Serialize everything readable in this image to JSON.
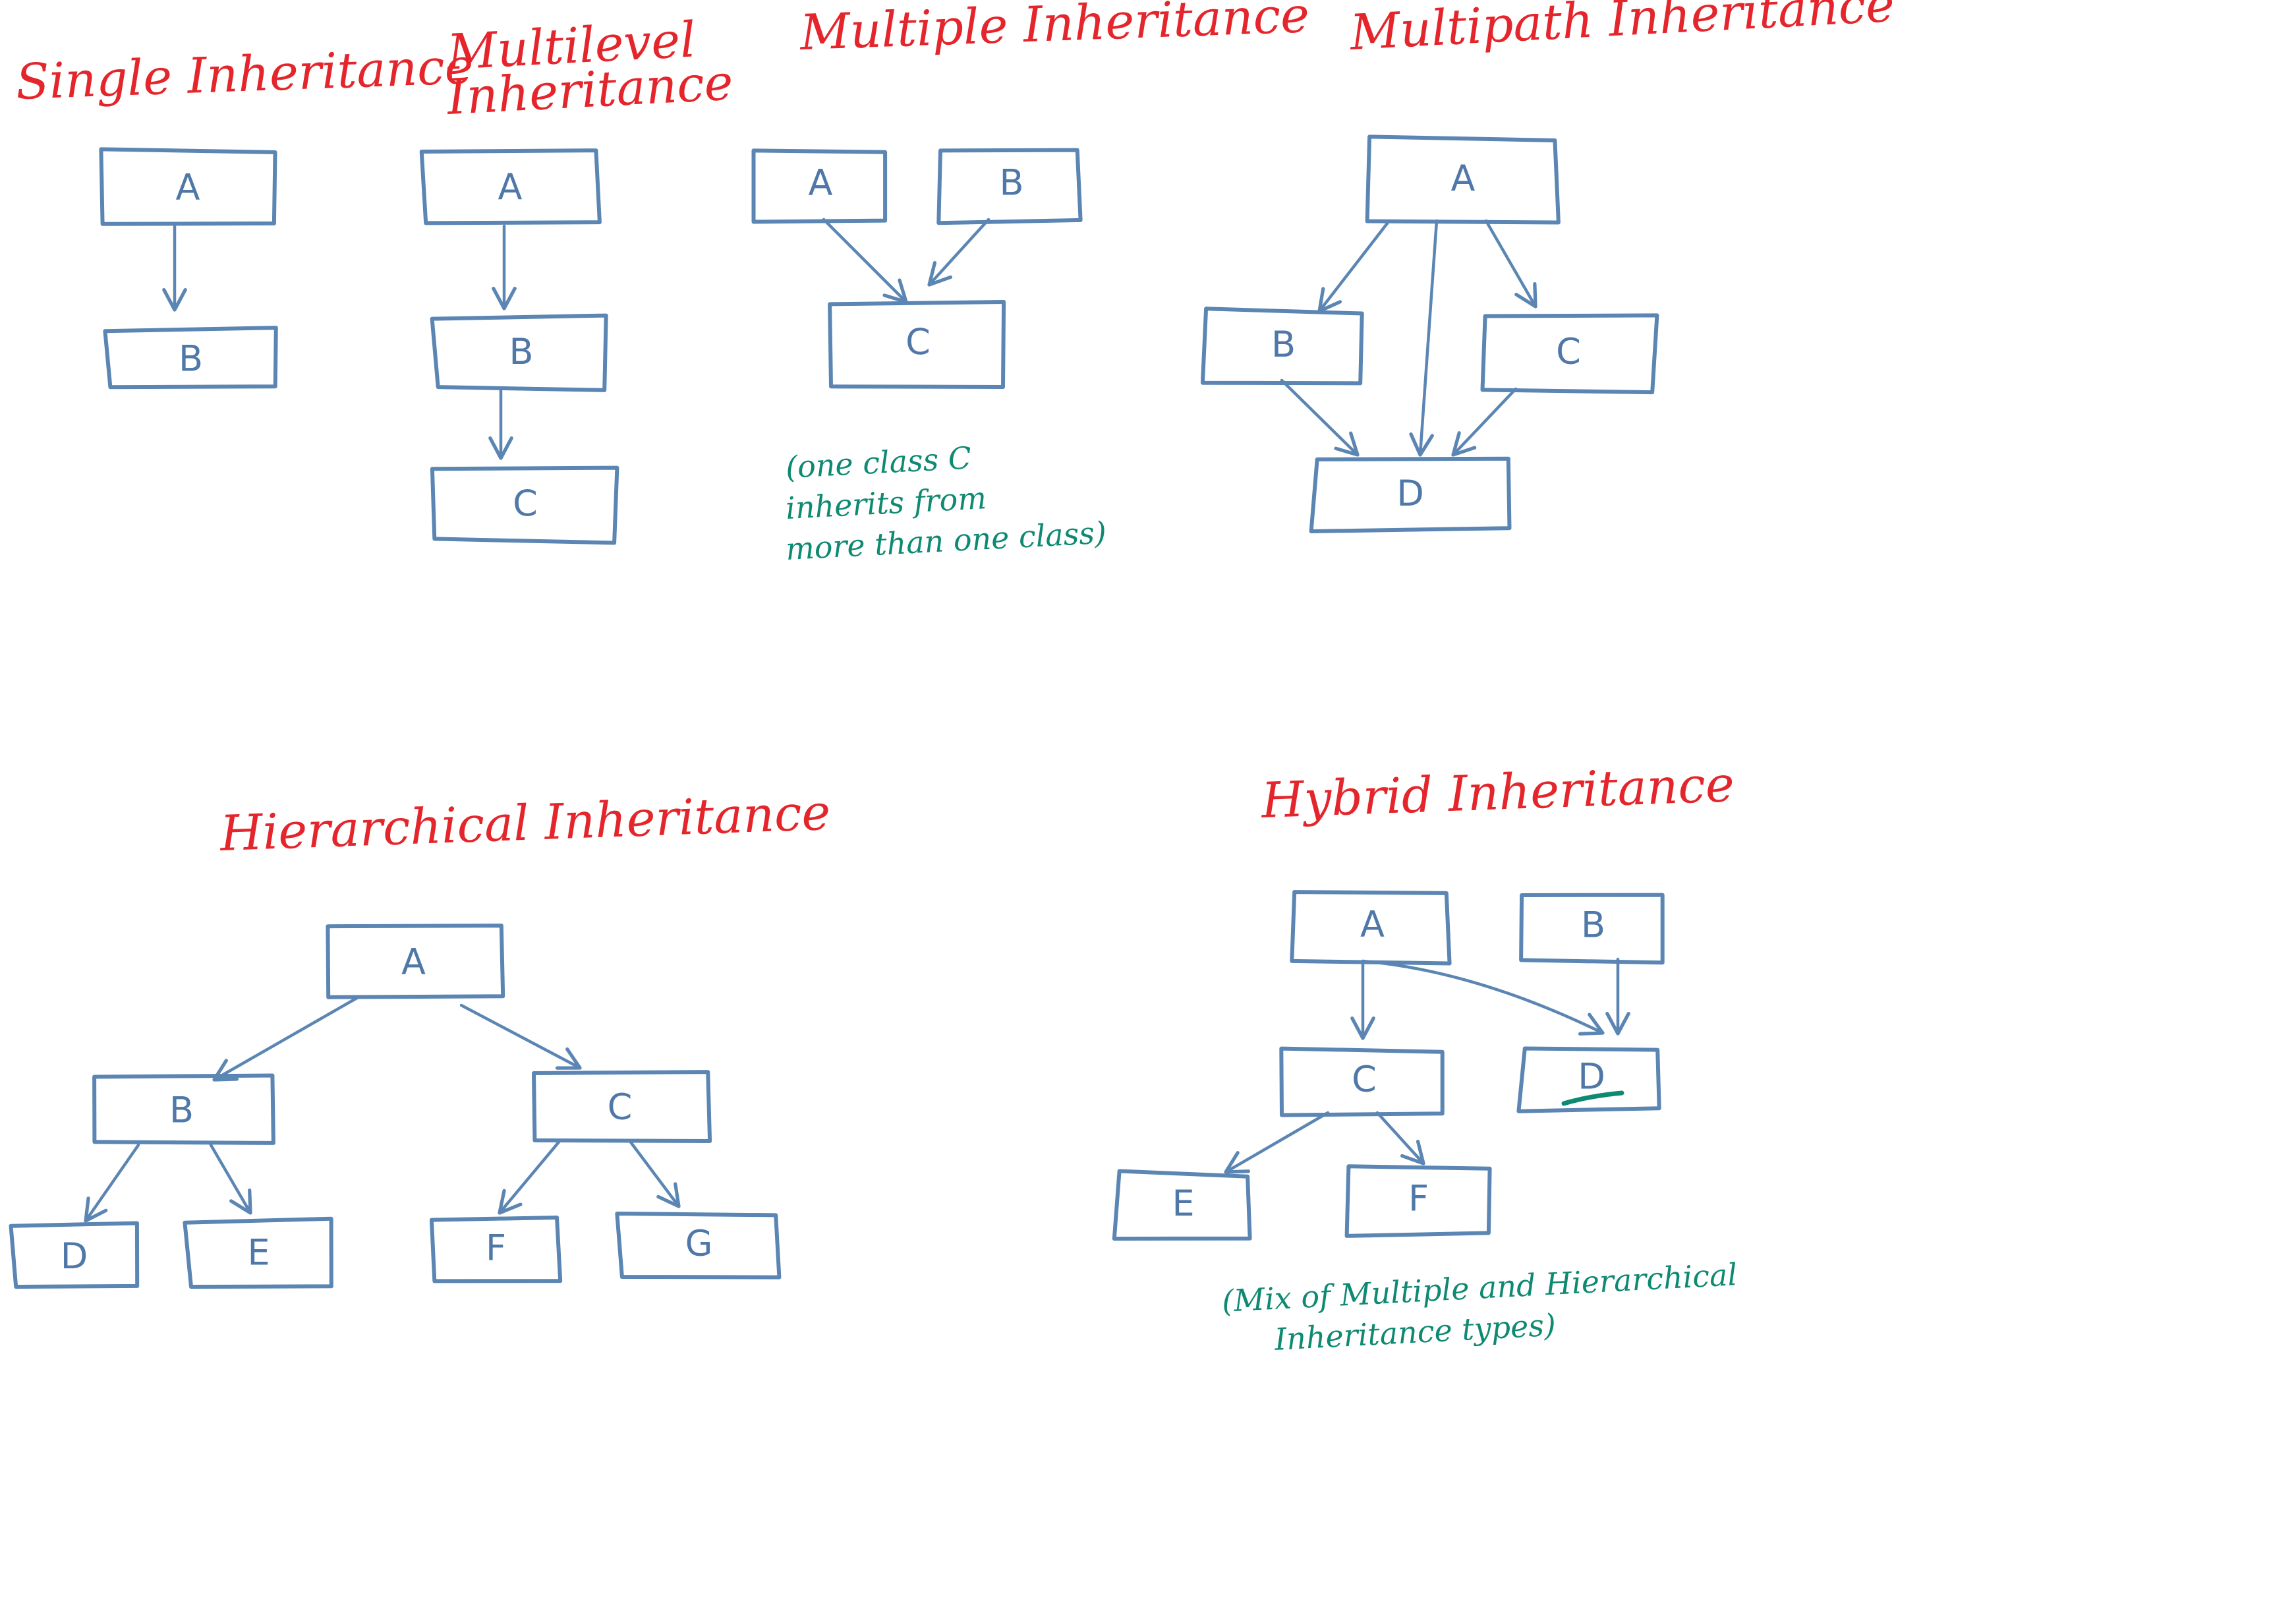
{
  "colors": {
    "title": "#e4262c",
    "note": "#0f8a72",
    "box": "#5b86b3",
    "label": "#4f78a8",
    "underline": "#0f8a72"
  },
  "diagrams": [
    {
      "id": "single",
      "title_lines": [
        "Single Inheritance"
      ],
      "notes": [],
      "nodes": [
        {
          "id": "A",
          "label": "A"
        },
        {
          "id": "B",
          "label": "B"
        }
      ],
      "edges": [
        {
          "from": "A",
          "to": "B"
        }
      ]
    },
    {
      "id": "multilevel",
      "title_lines": [
        "Multilevel",
        "Inheritance"
      ],
      "notes": [],
      "nodes": [
        {
          "id": "A",
          "label": "A"
        },
        {
          "id": "B",
          "label": "B"
        },
        {
          "id": "C",
          "label": "C"
        }
      ],
      "edges": [
        {
          "from": "A",
          "to": "B"
        },
        {
          "from": "B",
          "to": "C"
        }
      ]
    },
    {
      "id": "multiple",
      "title_lines": [
        "Multiple Inheritance"
      ],
      "notes": [
        "(one class C",
        "inherits from",
        "more than one class)"
      ],
      "nodes": [
        {
          "id": "A",
          "label": "A"
        },
        {
          "id": "B",
          "label": "B"
        },
        {
          "id": "C",
          "label": "C"
        }
      ],
      "edges": [
        {
          "from": "A",
          "to": "C"
        },
        {
          "from": "B",
          "to": "C"
        }
      ]
    },
    {
      "id": "multipath",
      "title_lines": [
        "Multipath Inheritance"
      ],
      "notes": [],
      "nodes": [
        {
          "id": "A",
          "label": "A"
        },
        {
          "id": "B",
          "label": "B"
        },
        {
          "id": "C",
          "label": "C"
        },
        {
          "id": "D",
          "label": "D"
        }
      ],
      "edges": [
        {
          "from": "A",
          "to": "B"
        },
        {
          "from": "A",
          "to": "C"
        },
        {
          "from": "A",
          "to": "D"
        },
        {
          "from": "B",
          "to": "D"
        },
        {
          "from": "C",
          "to": "D"
        }
      ]
    },
    {
      "id": "hierarchical",
      "title_lines": [
        "Hierarchical Inheritance"
      ],
      "notes": [],
      "nodes": [
        {
          "id": "A",
          "label": "A"
        },
        {
          "id": "B",
          "label": "B"
        },
        {
          "id": "C",
          "label": "C"
        },
        {
          "id": "D",
          "label": "D"
        },
        {
          "id": "E",
          "label": "E"
        },
        {
          "id": "F",
          "label": "F"
        },
        {
          "id": "G",
          "label": "G"
        }
      ],
      "edges": [
        {
          "from": "A",
          "to": "B"
        },
        {
          "from": "A",
          "to": "C"
        },
        {
          "from": "B",
          "to": "D"
        },
        {
          "from": "B",
          "to": "E"
        },
        {
          "from": "C",
          "to": "F"
        },
        {
          "from": "C",
          "to": "G"
        }
      ]
    },
    {
      "id": "hybrid",
      "title_lines": [
        "Hybrid Inheritance"
      ],
      "notes": [
        "(Mix of Multiple and Hierarchical",
        "Inheritance types)"
      ],
      "nodes": [
        {
          "id": "A",
          "label": "A"
        },
        {
          "id": "B",
          "label": "B"
        },
        {
          "id": "C",
          "label": "C"
        },
        {
          "id": "D",
          "label": "D",
          "underline": true
        },
        {
          "id": "E",
          "label": "E"
        },
        {
          "id": "F",
          "label": "F"
        }
      ],
      "edges": [
        {
          "from": "A",
          "to": "C"
        },
        {
          "from": "A",
          "to": "D"
        },
        {
          "from": "B",
          "to": "D"
        },
        {
          "from": "C",
          "to": "E"
        },
        {
          "from": "C",
          "to": "F"
        }
      ]
    }
  ]
}
